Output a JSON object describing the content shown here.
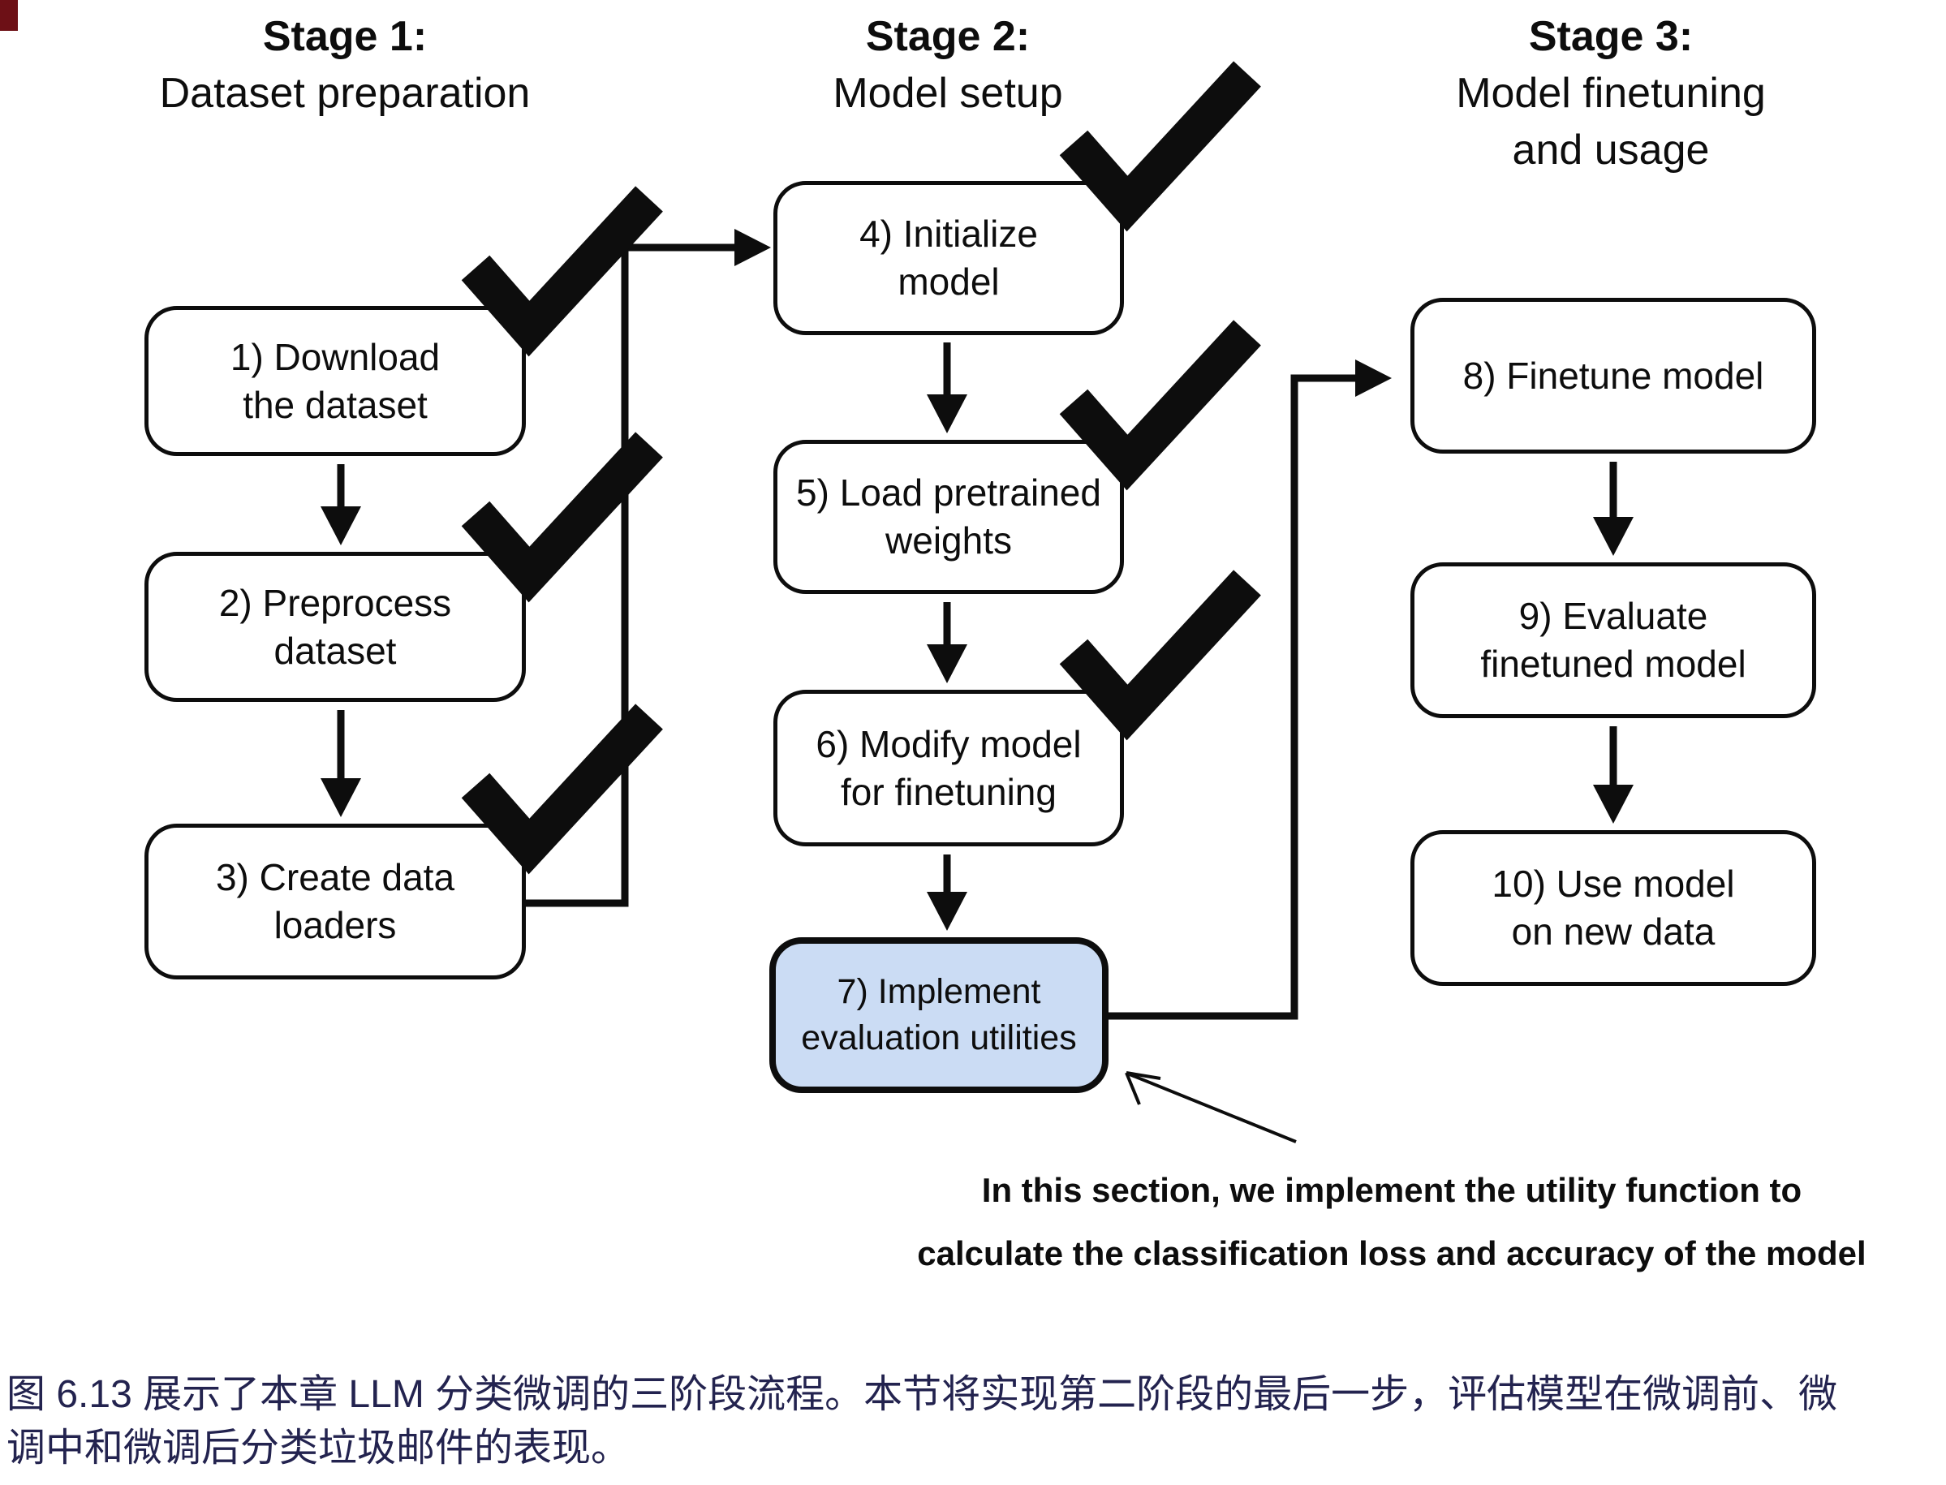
{
  "stages": [
    {
      "title": "Stage 1:",
      "subtitle": "Dataset preparation",
      "subtitle2": ""
    },
    {
      "title": "Stage 2:",
      "subtitle": "Model setup",
      "subtitle2": ""
    },
    {
      "title": "Stage 3:",
      "subtitle": "Model finetuning",
      "subtitle2": "and usage"
    }
  ],
  "boxes": [
    {
      "line1": "1) Download",
      "line2": "the dataset",
      "checked": true,
      "highlighted": false
    },
    {
      "line1": "2) Preprocess",
      "line2": "dataset",
      "checked": true,
      "highlighted": false
    },
    {
      "line1": "3) Create data",
      "line2": "loaders",
      "checked": true,
      "highlighted": false
    },
    {
      "line1": "4) Initialize",
      "line2": "model",
      "checked": true,
      "highlighted": false
    },
    {
      "line1": "5) Load pretrained",
      "line2": "weights",
      "checked": true,
      "highlighted": false
    },
    {
      "line1": "6) Modify model",
      "line2": "for finetuning",
      "checked": true,
      "highlighted": false
    },
    {
      "line1": "7) Implement",
      "line2": "evaluation utilities",
      "checked": false,
      "highlighted": true
    },
    {
      "line1": "8) Finetune model",
      "line2": "",
      "checked": false,
      "highlighted": false
    },
    {
      "line1": "9) Evaluate",
      "line2": "finetuned model",
      "checked": false,
      "highlighted": false
    },
    {
      "line1": "10) Use model",
      "line2": "on new data",
      "checked": false,
      "highlighted": false
    }
  ],
  "annotation": {
    "line1": "In this section, we implement the utility function to",
    "line2": "calculate the classification loss and accuracy of the model"
  },
  "caption": {
    "line1": "图 6.13 展示了本章 LLM 分类微调的三阶段流程。本节将实现第二阶段的最后一步，评估模型在微调前、微",
    "line2": "调中和微调后分类垃圾邮件的表现。"
  },
  "colors": {
    "highlight_fill": "#cbdcf4",
    "line_color": "#0d0d0d",
    "caption_text": "#23234f",
    "corner_artifact": "#6d1016"
  }
}
